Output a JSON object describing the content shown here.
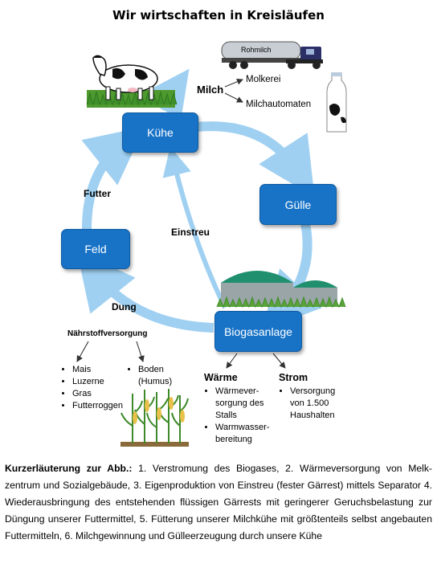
{
  "title": "Wir wirtschaften in Kreisläufen",
  "boxes": {
    "kuehe": "Kühe",
    "guelle": "Gülle",
    "feld": "Feld",
    "biogasanlage": "Biogasanlage"
  },
  "labels": {
    "milch": "Milch",
    "molkerei": "Molkerei",
    "milchautomaten": "Milchautomaten",
    "futter": "Futter",
    "einstreu": "Einstreu",
    "dung": "Dung",
    "truck_text": "Rohmilch"
  },
  "naehrstoff": {
    "title": "Nährstoffversorgung",
    "left_items": [
      "Mais",
      "Luzerne",
      "Gras",
      "Futterroggen"
    ],
    "right_items": [
      "Boden",
      "(Humus)"
    ]
  },
  "waerme": {
    "title": "Wärme",
    "items": [
      "Wärmever-sorgung des Stalls",
      "Warmwasser-bereitung"
    ]
  },
  "strom": {
    "title": "Strom",
    "items": [
      "Versorgung von 1.500 Haushalten"
    ]
  },
  "caption": {
    "lead": "Kurzerläuterung zur Abb.:",
    "text": " 1. Verstromung des Biogases, 2. Wärmeversorgung von Melk-zentrum und Sozialgebäude, 3. Eigenproduktion von Einstreu (fester Gärrest) mittels Separator 4. Wiederausbringung des entstehenden flüssigen Gärrests mit geringerer Geruchsbelastung zur Düngung unserer Futtermittel, 5. Fütterung unserer Milchkühe mit größtenteils selbst angebauten Futtermitteln, 6. Milchgewinnung und Gülleerzeugung durch unsere Kühe"
  },
  "colors": {
    "box": "#1873c7",
    "arrow": "#9fd0f2",
    "grass": "#3f8f2a"
  }
}
